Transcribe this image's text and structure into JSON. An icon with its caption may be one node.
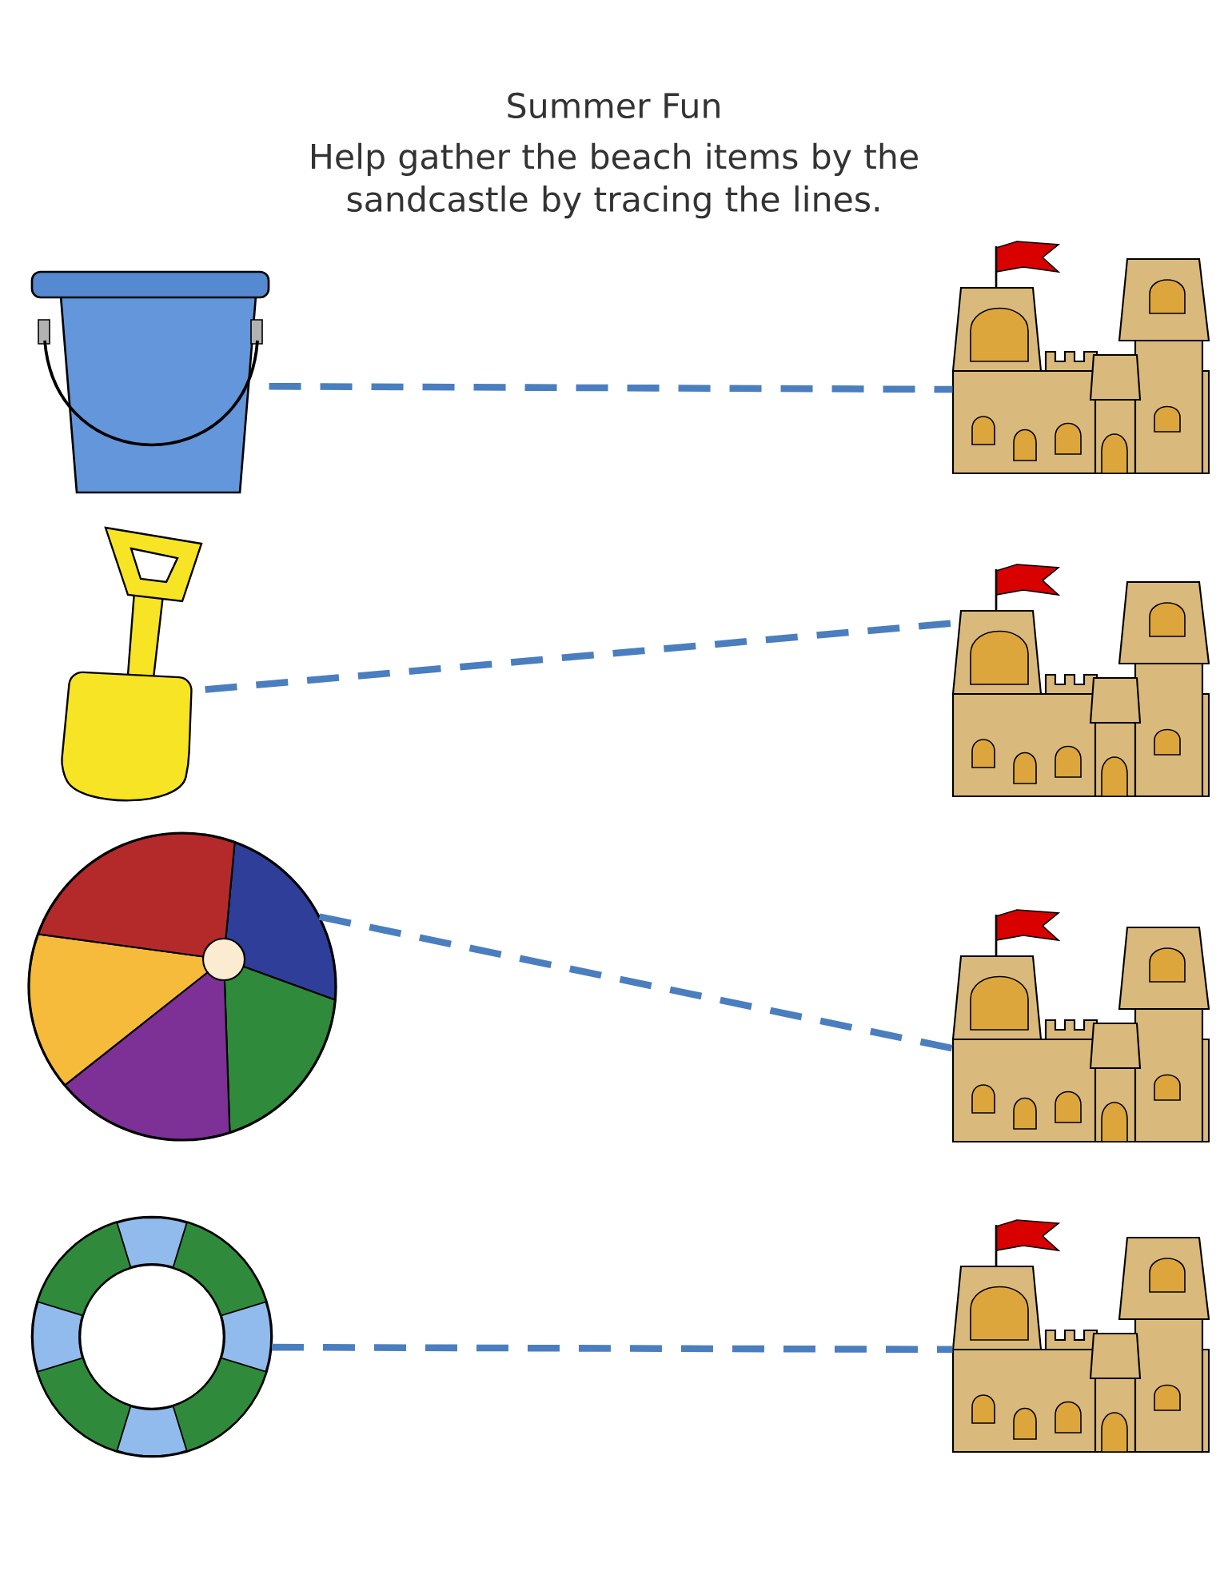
{
  "diagram": {
    "title": "Summer Fun",
    "nodes": [
      {
        "text": [],
        "shape": "picture"
      },
      {
        "text": [],
        "shape": "picture"
      },
      {
        "text": [],
        "shape": "picture"
      },
      {
        "text": [],
        "shape": "picture"
      },
      {
        "text": [],
        "shape": "picture"
      },
      {
        "text": [],
        "shape": "picture"
      },
      {
        "text": [],
        "shape": "picture"
      },
      {
        "text": [],
        "shape": "picture"
      }
    ],
    "edges": [
      {
        "from": 0,
        "to": 1,
        "arrow": "none",
        "style": "dashed"
      },
      {
        "from": 2,
        "to": 3,
        "arrow": "none",
        "style": "dashed"
      },
      {
        "from": 4,
        "to": 5,
        "arrow": "none",
        "style": "dashed"
      },
      {
        "from": 6,
        "to": 7,
        "arrow": "none",
        "style": "dashed"
      }
    ],
    "labels": [
      "Help gather the beach items by the sandcastle by tracing the lines."
    ]
  }
}
